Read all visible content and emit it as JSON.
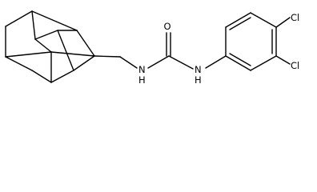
{
  "atoms": {
    "carbonyl_oxygen": "O",
    "left_nitrogen": "N",
    "left_nitrogen_hydrogen": "H",
    "right_nitrogen": "N",
    "right_nitrogen_hydrogen": "H",
    "chlorine_para": "Cl",
    "chlorine_meta": "Cl"
  }
}
